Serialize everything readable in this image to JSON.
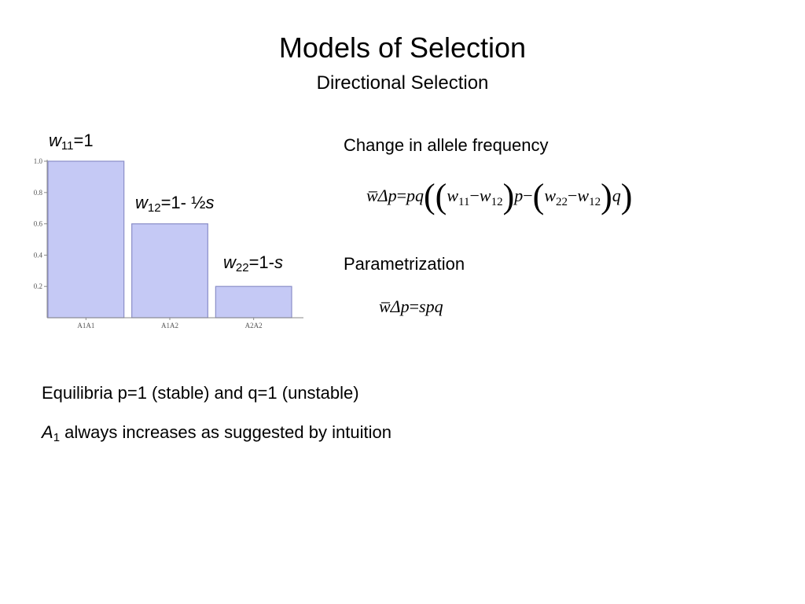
{
  "slide": {
    "title": "Models of Selection",
    "subtitle": "Directional Selection",
    "labels": {
      "w11": {
        "sym": "w",
        "sub": "11",
        "rest": "=1"
      },
      "w12": {
        "sym": "w",
        "sub": "12",
        "rest": "=1- ½",
        "tail": "s"
      },
      "w22": {
        "sym": "w",
        "sub": "22",
        "rest": "=1-",
        "tail": "s"
      }
    },
    "change_heading": "Change in allele frequency",
    "param_heading": "Parametrization",
    "eq1": {
      "lhs": "w̅Δp",
      "eq": "=",
      "pq": "pq",
      "w": "w",
      "s11": "11",
      "s12": "12",
      "s22": "22",
      "minus": "−",
      "p": "p",
      "q": "q",
      "open": "(",
      "close": ")"
    },
    "eq2": {
      "lhs": "w̅Δp",
      "eq": "=",
      "rhs": "spq"
    },
    "equilibria": "Equilibria p=1 (stable) and q=1 (unstable)",
    "a1": {
      "sym": "A",
      "sub": "1",
      "rest": " always increases as suggested by intuition"
    }
  },
  "chart_data": {
    "type": "bar",
    "categories": [
      "A1A1",
      "A1A2",
      "A2A2"
    ],
    "values": [
      1.0,
      0.6,
      0.2
    ],
    "ylim": [
      0,
      1.0
    ],
    "yticks": [
      "1.0",
      "0.8",
      "0.6",
      "0.4",
      "0.2"
    ],
    "bar_color": "#c5c9f5",
    "bar_edge": "#8a8ec8",
    "axis_color": "#888888"
  }
}
